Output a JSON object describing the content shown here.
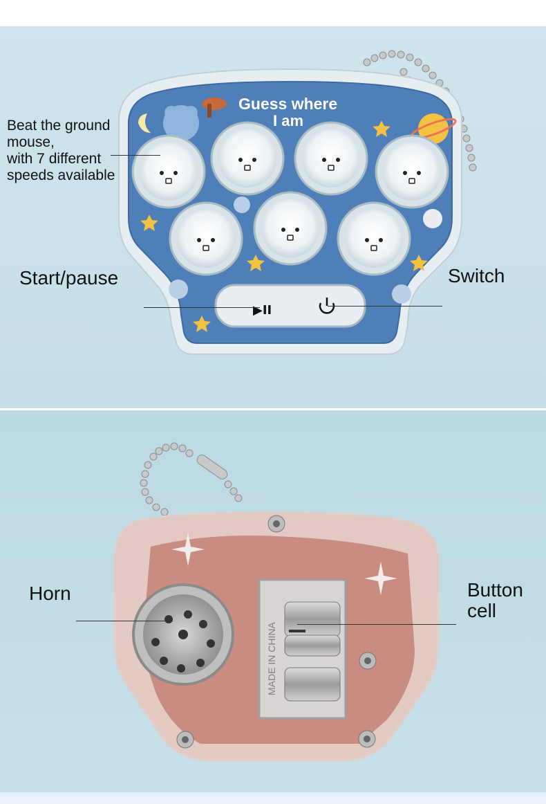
{
  "toy_front": {
    "title_line1": "Guess where",
    "title_line2": "I am",
    "mole_count": 7,
    "buttons": [
      {
        "name": "play-pause",
        "symbol": "▶II"
      },
      {
        "name": "power",
        "symbol": "⏻"
      }
    ]
  },
  "callouts": {
    "beat_lines": [
      "Beat the ground",
      "mouse,",
      "with 7 different",
      "speeds available"
    ],
    "start_pause": "Start/pause",
    "switch": "Switch",
    "horn": "Horn",
    "button_cell_lines": [
      "Button",
      "cell"
    ]
  },
  "toy_back": {
    "embossed_text": "MADE IN CHINA"
  },
  "colors": {
    "background_top": "#cfe4ec",
    "background_bottom": "#c2dce6",
    "toy_face": "#4f7fb8",
    "mole_white": "#f2f6f8",
    "back_body": "#b45a4a"
  }
}
